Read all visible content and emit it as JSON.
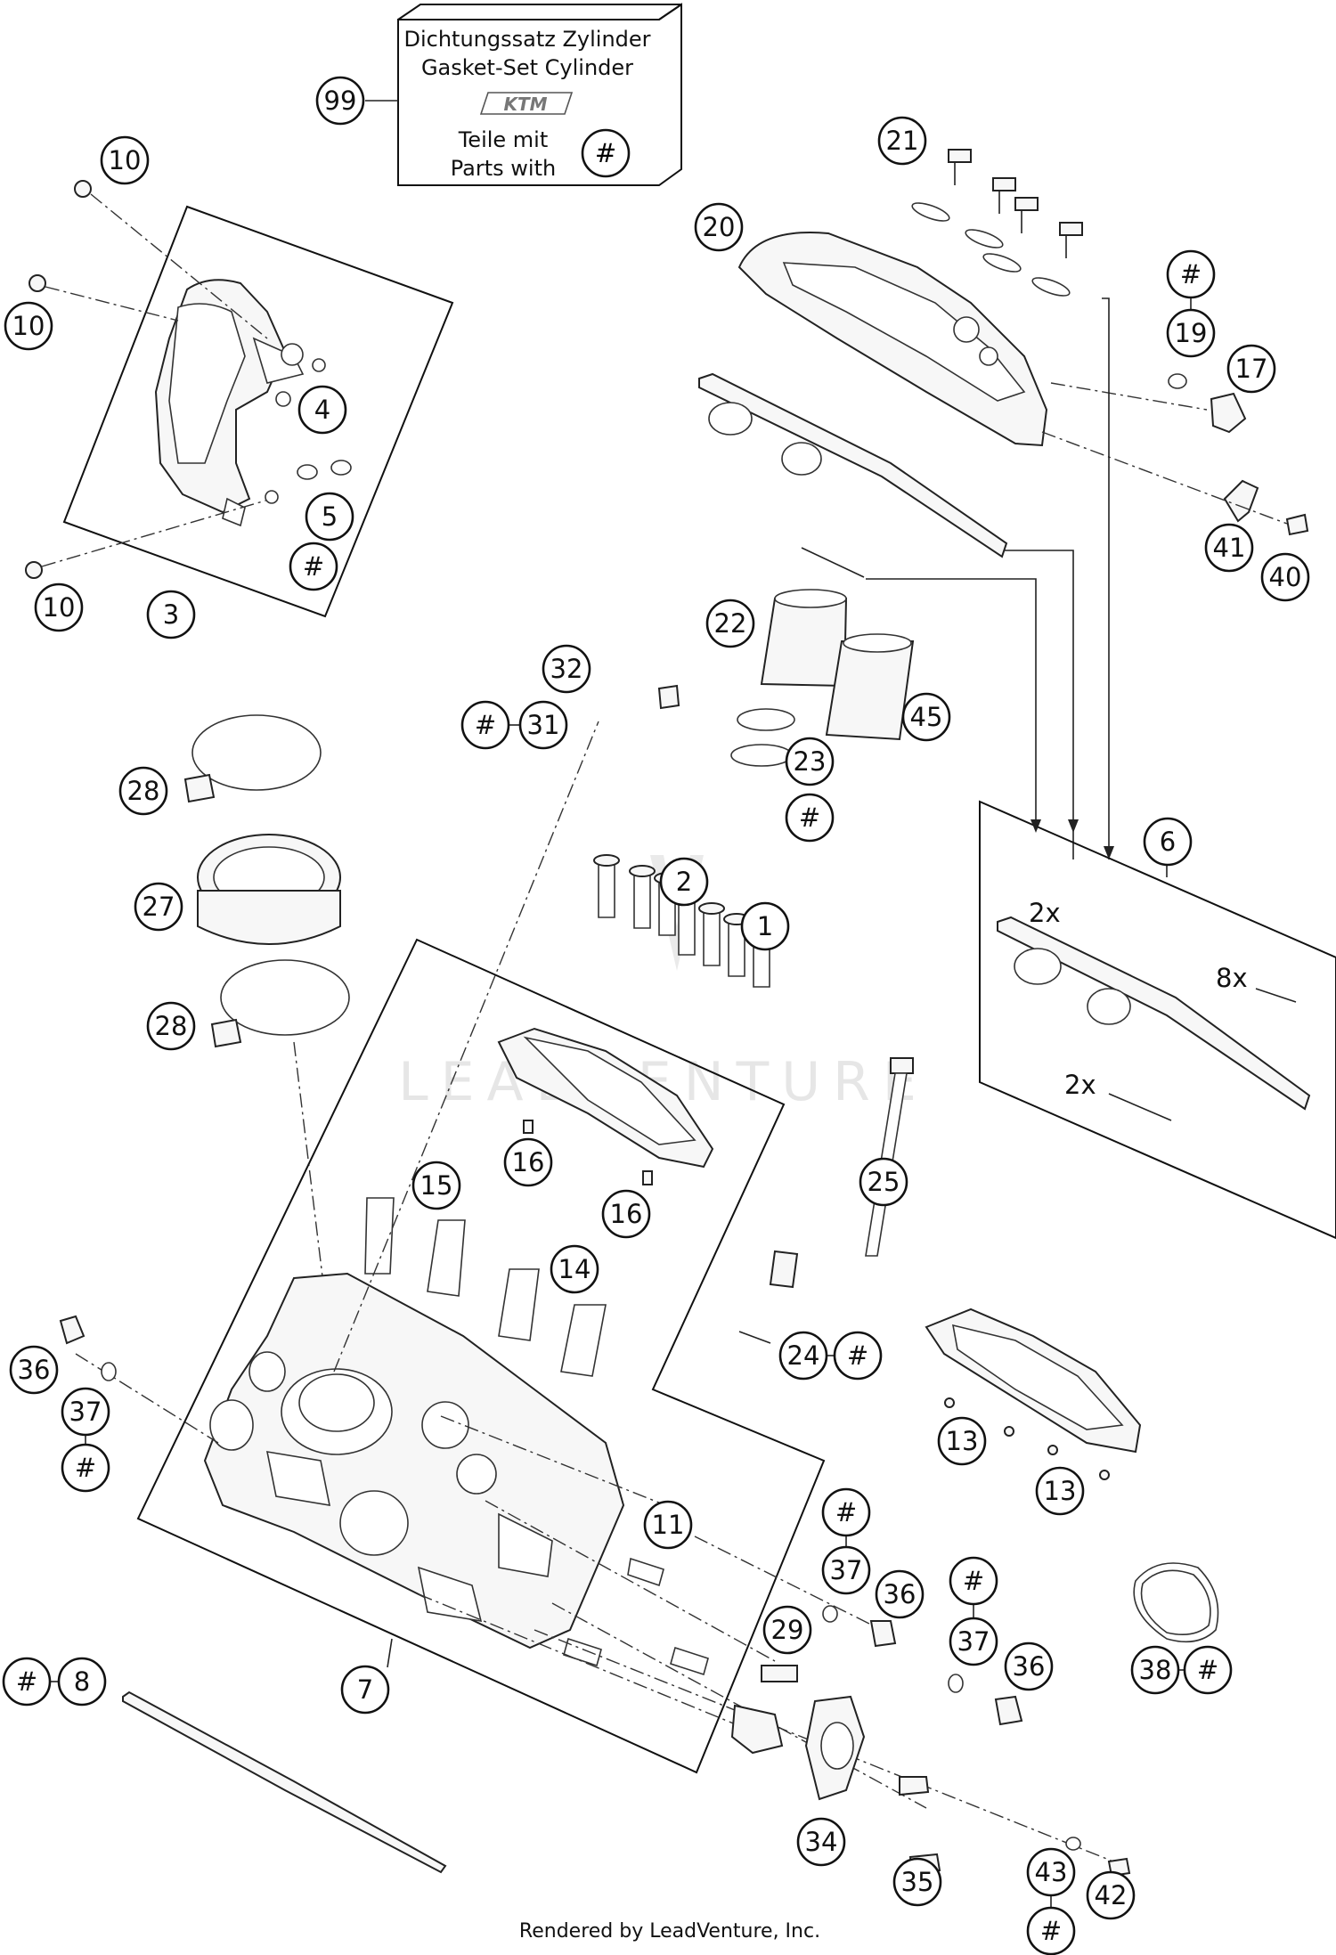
{
  "kit_box": {
    "line1": "Dichtungssatz Zylinder",
    "line2": "Gasket-Set Cylinder",
    "logo": "KTM",
    "line3": "Teile mit",
    "line4": "Parts with",
    "symbol": "#"
  },
  "quantities": {
    "q1": "2x",
    "q2": "8x",
    "q3": "2x"
  },
  "watermark": "LEADVENTURE",
  "footer": "Rendered by LeadVenture, Inc.",
  "callouts": [
    "99",
    "10",
    "10",
    "4",
    "5",
    "#",
    "10",
    "3",
    "21",
    "20",
    "#",
    "19",
    "17",
    "41",
    "40",
    "22",
    "45",
    "23",
    "#",
    "32",
    "#",
    "31",
    "28",
    "27",
    "28",
    "2",
    "1",
    "6",
    "16",
    "16",
    "15",
    "14",
    "25",
    "24",
    "#",
    "36",
    "37",
    "#",
    "13",
    "13",
    "11",
    "#",
    "37",
    "36",
    "#",
    "37",
    "36",
    "29",
    "38",
    "#",
    "#",
    "8",
    "7",
    "34",
    "35",
    "43",
    "42",
    "#"
  ]
}
